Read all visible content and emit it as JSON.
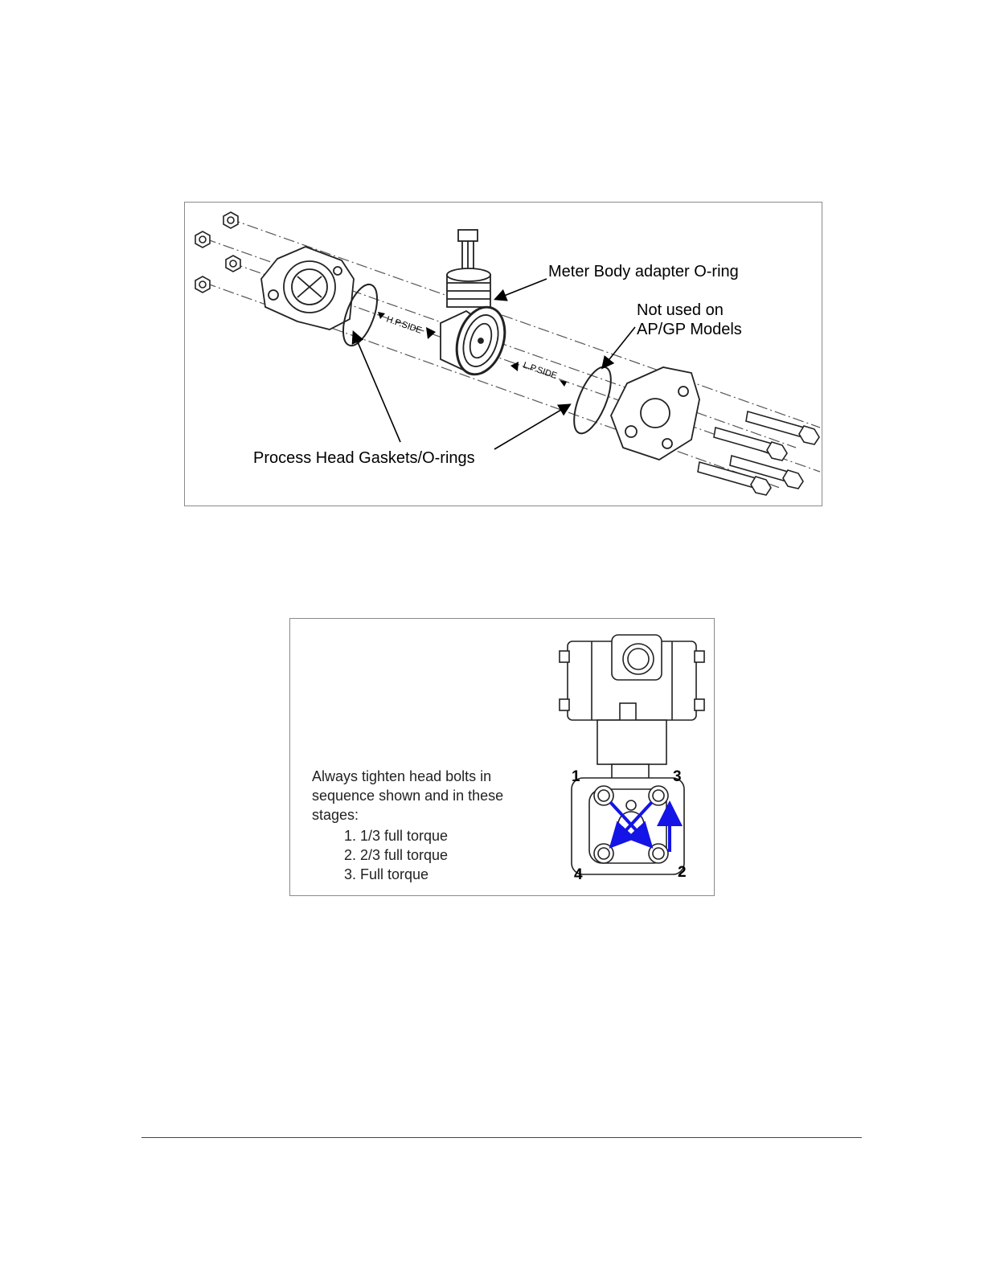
{
  "figure1": {
    "callouts": {
      "meter_body": "Meter Body adapter O-ring",
      "not_used_line1": "Not used on",
      "not_used_line2": "AP/GP Models",
      "process_head": "Process Head Gaskets/O-rings"
    },
    "side_labels": {
      "hp": "H.P.SIDE",
      "lp": "L.P.SIDE"
    }
  },
  "figure2": {
    "instruction": "Always tighten head bolts in sequence shown and in these stages:",
    "stages": [
      "1/3 full torque",
      "2/3 full torque",
      "Full torque"
    ],
    "bolt_numbers": {
      "n1": "1",
      "n2": "2",
      "n3": "3",
      "n4": "4"
    },
    "arrow_color": "#1414e6"
  }
}
